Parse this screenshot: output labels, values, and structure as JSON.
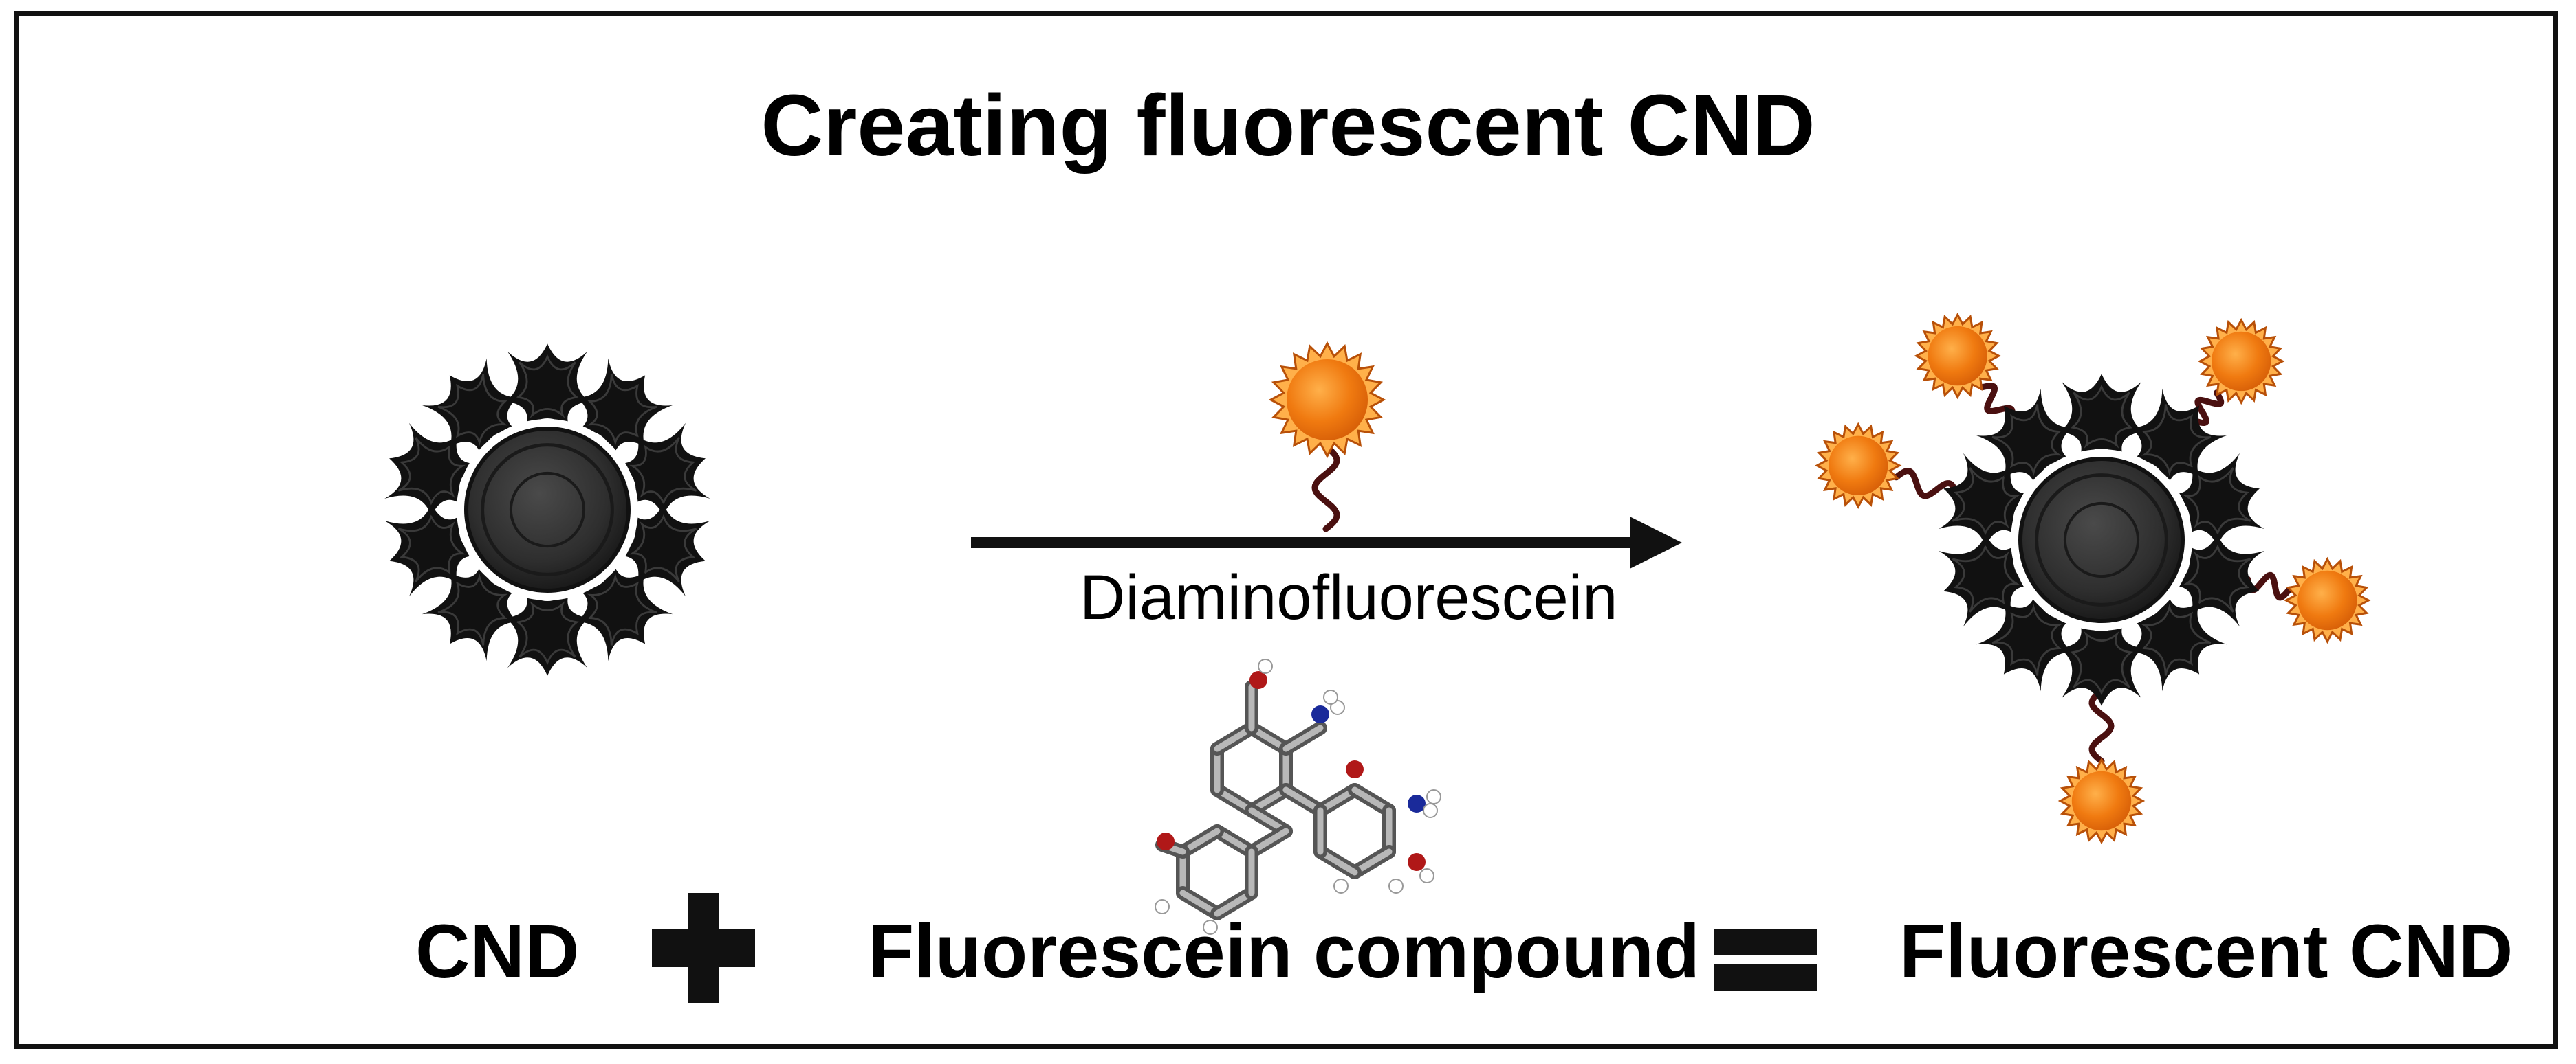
{
  "title": "Creating fluorescent CND",
  "reagent_label": "Diaminofluorescein",
  "labels": {
    "reactant": "CND",
    "compound": "Fluorescein compound",
    "product": "Fluorescent CND"
  },
  "operators": {
    "plus": "plus-icon",
    "equals": "equals-icon"
  },
  "icons": {
    "nanodot": "carbon-nanodot-icon",
    "fluorophore": "fluorophore-burst-icon",
    "molecule": "molecule-model-icon",
    "arrow": "reaction-arrow-icon"
  },
  "colors": {
    "fluorophore": "#f07a10",
    "fluorophore_light": "#ffb04a",
    "linker": "#4a1010",
    "shell": "#111111",
    "core": "#3a3a3a",
    "oxygen": "#b01818",
    "nitrogen": "#1a2a9a"
  }
}
